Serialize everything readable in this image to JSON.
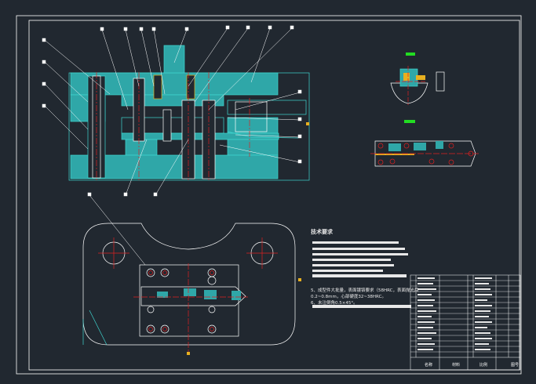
{
  "colors": {
    "background": "#212830",
    "frame": "#ffffff",
    "hatch": "#3fd6d0",
    "centerline": "#e02020",
    "accent": "#e8b020",
    "marker": "#22dd22"
  },
  "technical_requirements": {
    "title": "技术要求",
    "lines": [
      "5、成型件大批量，表面镀铬要求（58HRC，表面抛光后",
      "0.2~0.8mm，心部硬度32~38HRC。",
      "6、未注倒角0.5×45°。"
    ]
  },
  "parts_list": {
    "footer": [
      "名称",
      "材料",
      "比例",
      "图号"
    ]
  }
}
